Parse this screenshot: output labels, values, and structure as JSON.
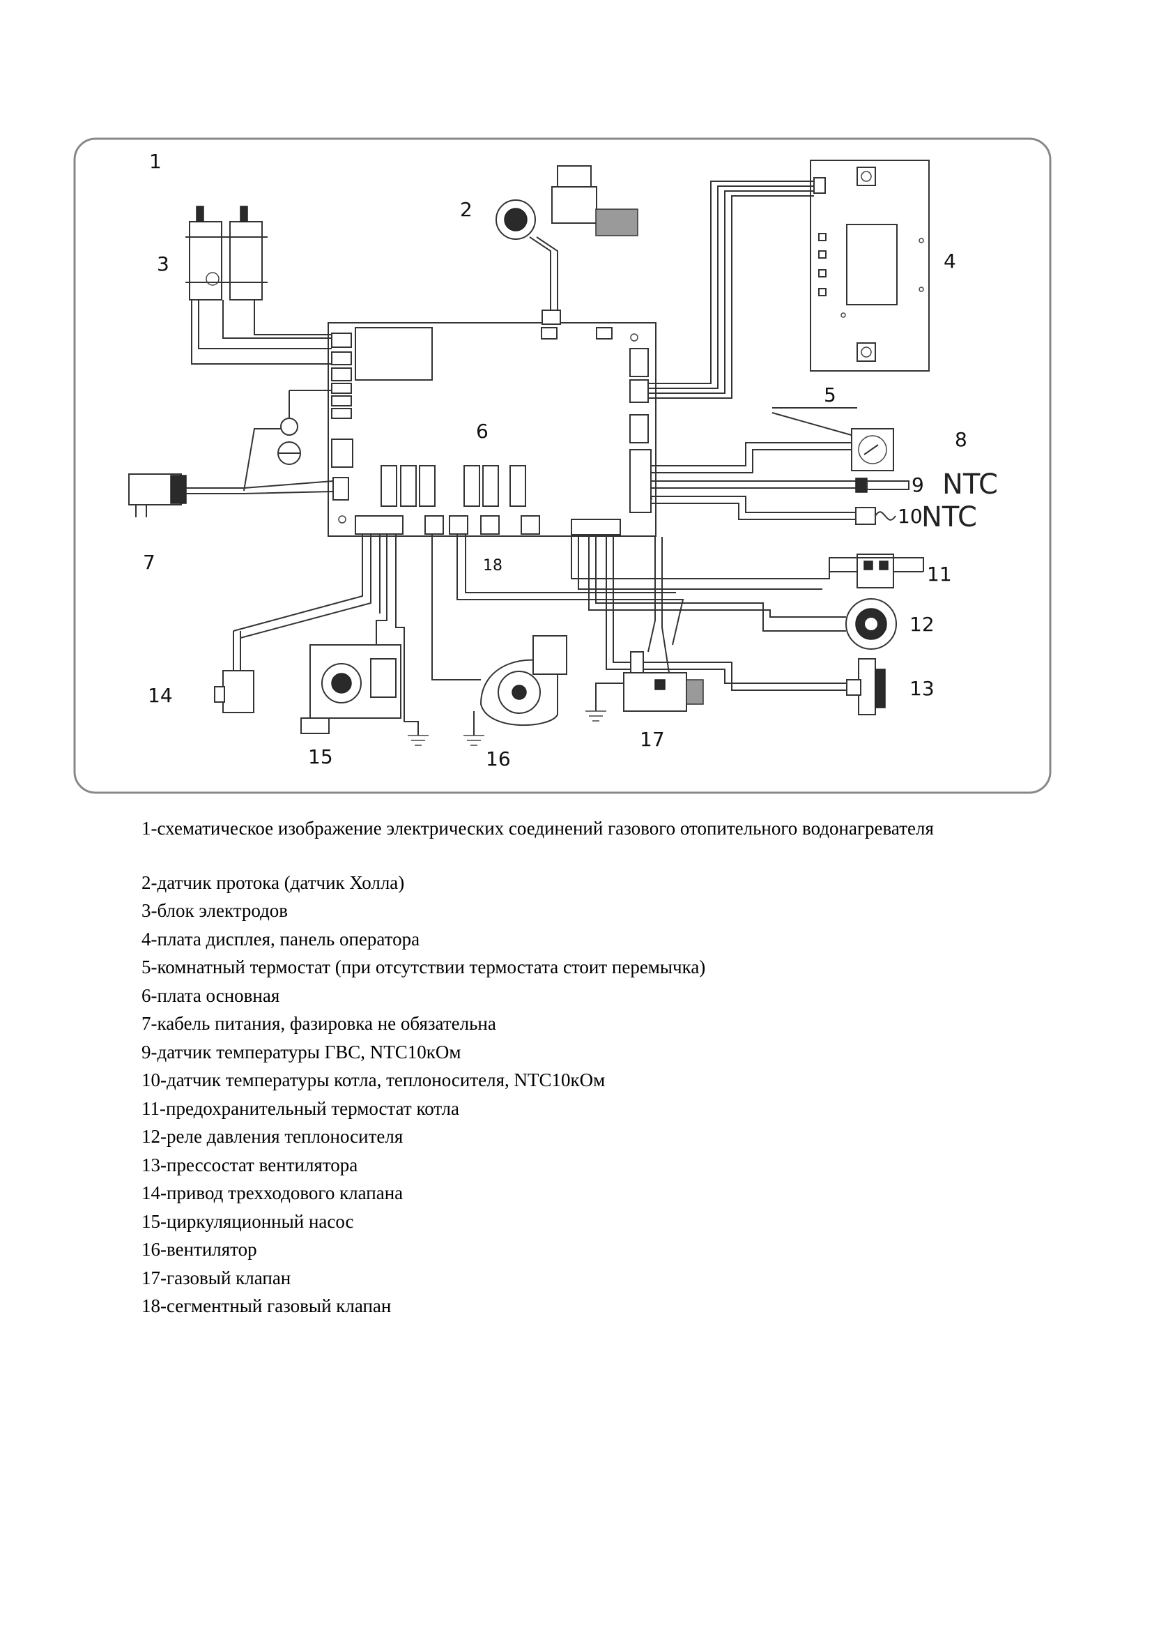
{
  "diagram": {
    "labels": {
      "n1": "1",
      "n2": "2",
      "n3": "3",
      "n4": "4",
      "n5": "5",
      "n6": "6",
      "n7": "7",
      "n8": "8",
      "n9": "9",
      "n10": "10",
      "n11": "11",
      "n12": "12",
      "n13": "13",
      "n14": "14",
      "n15": "15",
      "n16": "16",
      "n17": "17",
      "n18": "18",
      "ntc9": "NTC",
      "ntc10": "NTC"
    }
  },
  "legend": {
    "items": [
      "1-схематическое изображение электрических соединений газового отопительного водонагревателя",
      "2-датчик протока (датчик Холла)",
      "3-блок электродов",
      "4-плата дисплея, панель оператора",
      "5-комнатный термостат  (при отсутствии термостата стоит перемычка)",
      "6-плата основная",
      "7-кабель питания, фазировка не обязательна",
      "9-датчик температуры ГВС, NTC10кОм",
      "10-датчик температуры котла, теплоносителя, NTC10кОм",
      "11-предохранительный термостат котла",
      "12-реле давления теплоносителя",
      "13-прессостат вентилятора",
      "14-привод трехходового клапана",
      "15-циркуляционный насос",
      "16-вентилятор",
      "17-газовый клапан",
      "18-сегментный газовый клапан"
    ]
  }
}
